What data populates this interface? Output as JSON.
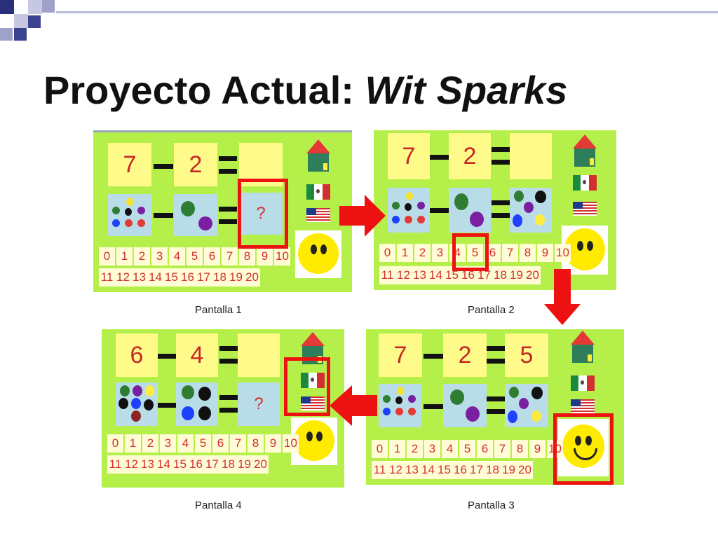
{
  "slide": {
    "title_prefix": "Proyecto Actual: ",
    "title_emphasis": "Wit Sparks"
  },
  "numbers_row1": [
    "0",
    "1",
    "2",
    "3",
    "4",
    "5",
    "6",
    "7",
    "8",
    "9",
    "10"
  ],
  "numbers_row2": [
    "11",
    "12",
    "13",
    "14",
    "15",
    "16",
    "17",
    "18",
    "19",
    "20"
  ],
  "panels": [
    {
      "caption": "Pantalla 1",
      "box1": "7",
      "box2": "2",
      "box3": "",
      "question": "?"
    },
    {
      "caption": "Pantalla 2",
      "box1": "7",
      "box2": "2",
      "box3": ""
    },
    {
      "caption": "Pantalla 3",
      "box1": "7",
      "box2": "2",
      "box3": "5"
    },
    {
      "caption": "Pantalla 4",
      "box1": "6",
      "box2": "4",
      "box3": "",
      "question": "?"
    }
  ],
  "icons": {
    "home": "house-icon",
    "spanish": "mexico-flag-icon",
    "english": "usa-flag-icon",
    "face": "smiley-face-icon"
  },
  "colors": {
    "panel_bg": "#b5f04a",
    "highlight": "#ee1111",
    "number_text": "#d32f2f"
  }
}
